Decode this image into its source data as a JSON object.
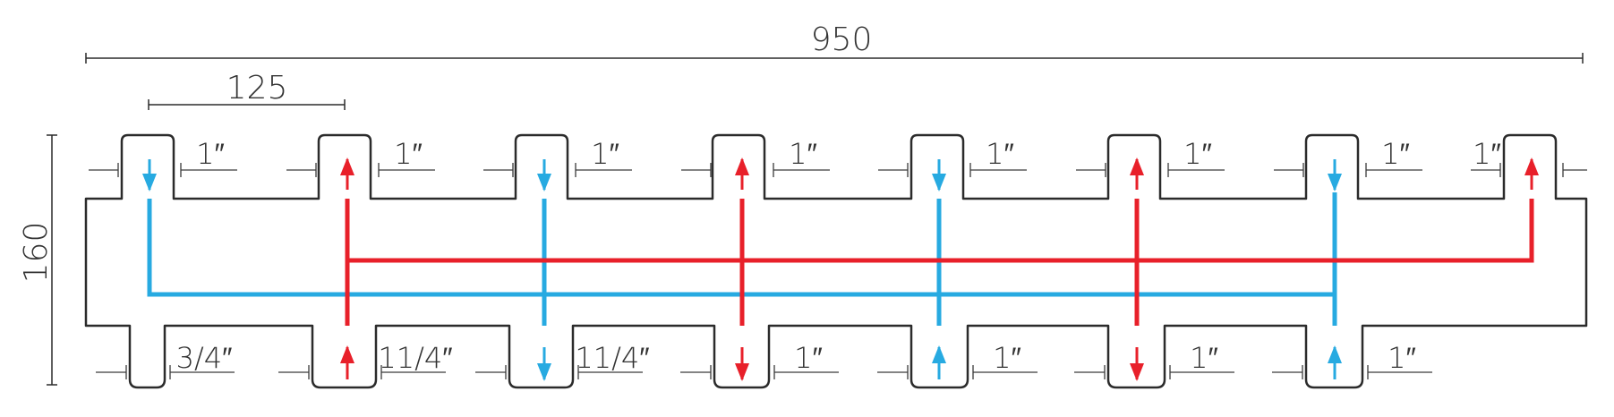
{
  "colors": {
    "outline": "#2b2b2b",
    "dimension": "#3a3a3a",
    "cold": "#27aae1",
    "hot": "#e8202a"
  },
  "dimensions": {
    "total_width": "950",
    "pitch": "125",
    "height": "160"
  },
  "top_ports": [
    {
      "size": "1″",
      "flow": "cold",
      "direction": "down"
    },
    {
      "size": "1″",
      "flow": "hot",
      "direction": "up"
    },
    {
      "size": "1″",
      "flow": "cold",
      "direction": "down"
    },
    {
      "size": "1″",
      "flow": "hot",
      "direction": "up"
    },
    {
      "size": "1″",
      "flow": "cold",
      "direction": "down"
    },
    {
      "size": "1″",
      "flow": "hot",
      "direction": "up"
    },
    {
      "size": "1″",
      "flow": "cold",
      "direction": "down"
    },
    {
      "size": "1″",
      "flow": "hot",
      "direction": "up"
    }
  ],
  "bottom_ports": [
    {
      "size": "3/4″",
      "flow": "none",
      "direction": ""
    },
    {
      "size": "11/4″",
      "flow": "hot",
      "direction": "up"
    },
    {
      "size": "11/4″",
      "flow": "cold",
      "direction": "down"
    },
    {
      "size": "1″",
      "flow": "hot",
      "direction": "down"
    },
    {
      "size": "1″",
      "flow": "cold",
      "direction": "up"
    },
    {
      "size": "1″",
      "flow": "hot",
      "direction": "down"
    },
    {
      "size": "1″",
      "flow": "cold",
      "direction": "up"
    }
  ]
}
